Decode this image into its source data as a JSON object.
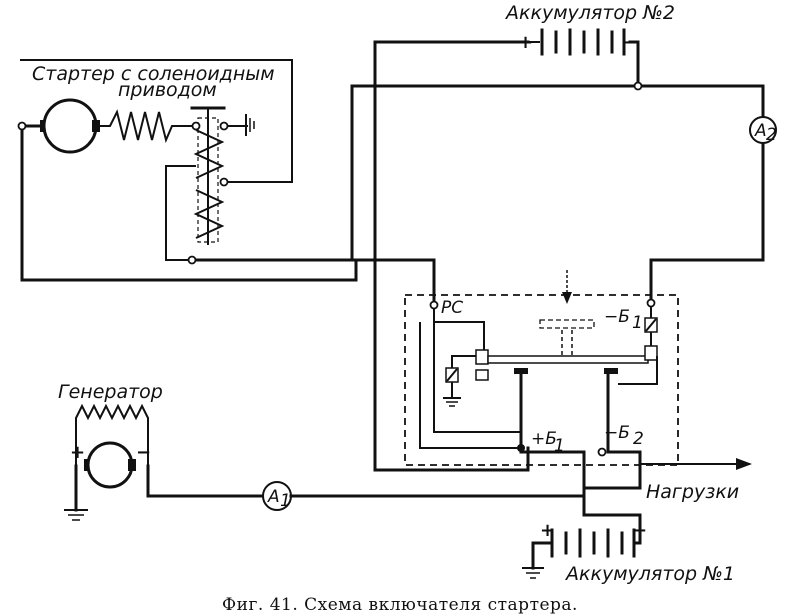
{
  "labels": {
    "battery2": "Аккумулятор №2",
    "battery1": "Аккумулятор №1",
    "starter_line1": "Стартер с соленоидным",
    "starter_line2": "приводом",
    "generator": "Генератор",
    "load": "Нагрузки",
    "relay_rs": "РС",
    "b1_minus": "−Б",
    "b1_plus": "+Б",
    "b2_minus": "−Б",
    "sub_1": "1",
    "sub_2": "2",
    "ammeter1": "A",
    "ammeter2": "A",
    "plus": "+",
    "minus": "−"
  },
  "caption": "Фиг. 41. Схема включателя стартера."
}
